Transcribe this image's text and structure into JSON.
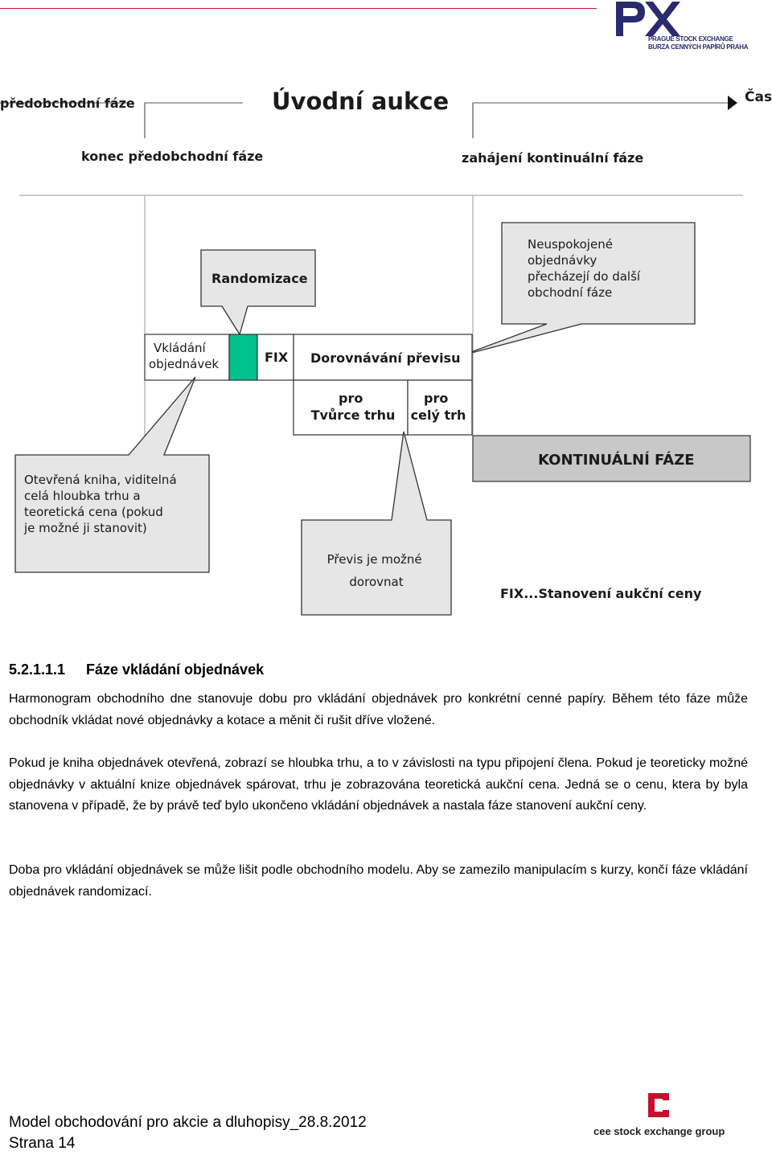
{
  "header": {
    "logo_line1": "PRAGUE STOCK EXCHANGE",
    "logo_line2": "BURZA CENNÝCH PAPÍRŮ PRAHA"
  },
  "diagram": {
    "label_predobchodni": "předobchodní fáze",
    "title": "Úvodní aukce",
    "label_cas": "Čas",
    "label_konec": "konec předobchodní fáze",
    "label_zahajeni": "zahájení kontinuální fáze",
    "callout_randomizace": "Randomizace",
    "callout_neuspokojene": [
      "Neuspokojené",
      "objednávky",
      "přecházejí do další",
      "obchodní fáze"
    ],
    "box_vkladani": [
      "Vkládání",
      "objednávek"
    ],
    "box_fix": "FIX",
    "box_dorovnavani": "Dorovnávání převisu",
    "box_pro_tvurce": [
      "pro",
      "Tvůrce trhu"
    ],
    "box_pro_cely": [
      "pro",
      "celý trh"
    ],
    "box_kontinualni": "KONTINUÁLNÍ FÁZE",
    "callout_otevrena": [
      "Otevřená kniha, viditelná",
      "celá hloubka trhu a",
      "teoretická cena (pokud",
      "je možné ji stanovit)"
    ],
    "callout_previs": [
      "Převis je možné",
      "dorovnat"
    ],
    "legend_fix": "FIX...Stanovení aukční ceny",
    "colors": {
      "randomizace": "#00c08c",
      "callout_fill": "#e6e6e6",
      "kontinualni_fill": "#c8c8c8",
      "accent_red": "#c8102e",
      "logo_navy": "#2a2a6e"
    }
  },
  "section": {
    "number": "5.2.1.1.1",
    "title": "Fáze vkládání objednávek"
  },
  "paragraphs": [
    "Harmonogram obchodního dne stanovuje dobu pro vkládání objednávek pro konkrétní cenné papíry. Během této fáze může obchodník vkládat nové objednávky a kotace a měnit či rušit dříve vložené.",
    "Pokud je kniha objednávek otevřená, zobrazí se hloubka trhu, a to v závislosti na typu připojení člena. Pokud je teoreticky možné objednávky v aktuální knize objednávek spárovat, trhu je zobrazována teoretická aukční cena. Jedná se o cenu, ktera by byla stanovena v případě, že by právě teď bylo ukončeno vkládání objednávek a nastala fáze stanovení aukční ceny.",
    "Doba pro vkládání objednávek se může lišit podle obchodního modelu. Aby se zamezilo manipulacím s kurzy, končí fáze vkládání objednávek randomizací."
  ],
  "footer": {
    "doc_title": "Model obchodování pro akcie a dluhopisy_28.8.2012",
    "page": "Strana 14",
    "group_logo": "cee stock exchange group"
  }
}
